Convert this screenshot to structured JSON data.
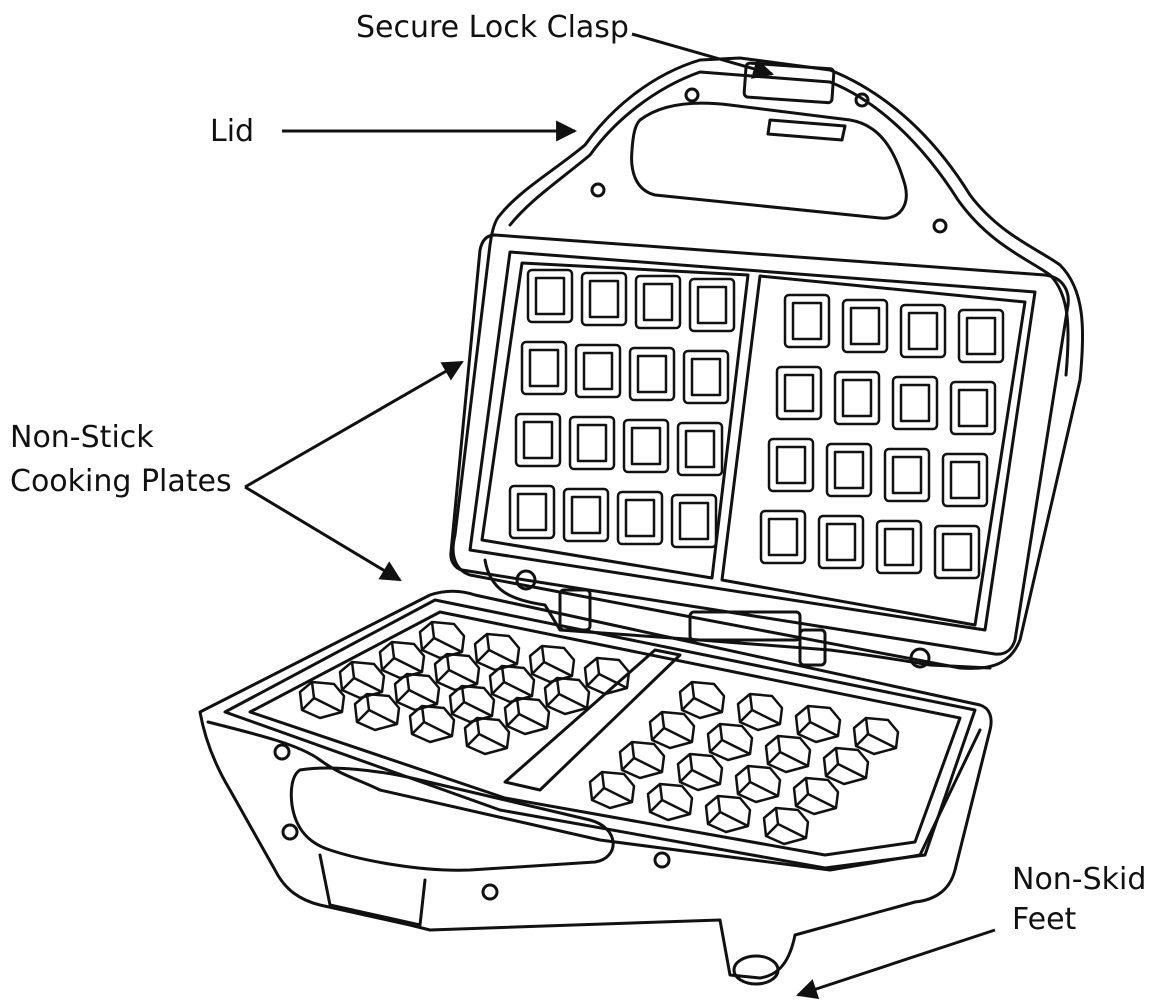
{
  "diagram": {
    "labels": {
      "clasp": "Secure Lock Clasp",
      "lid": "Lid",
      "plates_line1": "Non-Stick",
      "plates_line2": "Cooking Plates",
      "feet_line1": "Non-Skid",
      "feet_line2": "Feet"
    },
    "line_color": "#111111",
    "background": "#ffffff"
  }
}
